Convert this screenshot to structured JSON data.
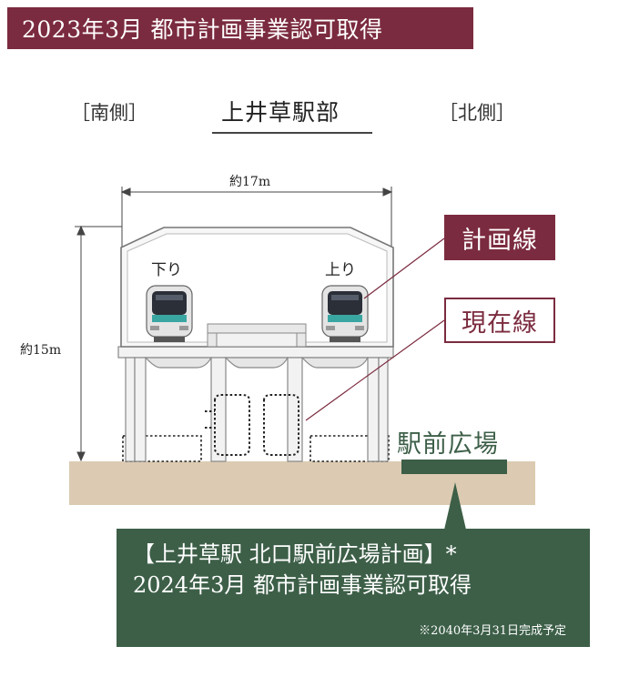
{
  "header": {
    "badge_text": "2023年3月 都市計画事業認可取得"
  },
  "diagram": {
    "south_label": "［南側］",
    "north_label": "［北側］",
    "station_name": "上井草駅部",
    "width_dimension": "約17m",
    "height_dimension": "約15m",
    "down_train": "下り",
    "up_train": "上り",
    "planned_line_tag": "計画線",
    "current_line_tag": "現在線",
    "station_plaza_label": "駅前広場"
  },
  "callout": {
    "title": "【上井草駅 北口駅前広場計画】*",
    "status": "2024年3月 都市計画事業認可取得",
    "note": "※2040年3月31日完成予定"
  },
  "colors": {
    "burgundy": "#7b2b3f",
    "green": "#3d5f48",
    "ground": "#dccbb2",
    "structure_fill": "#eeeeee",
    "structure_stroke": "#777777"
  }
}
